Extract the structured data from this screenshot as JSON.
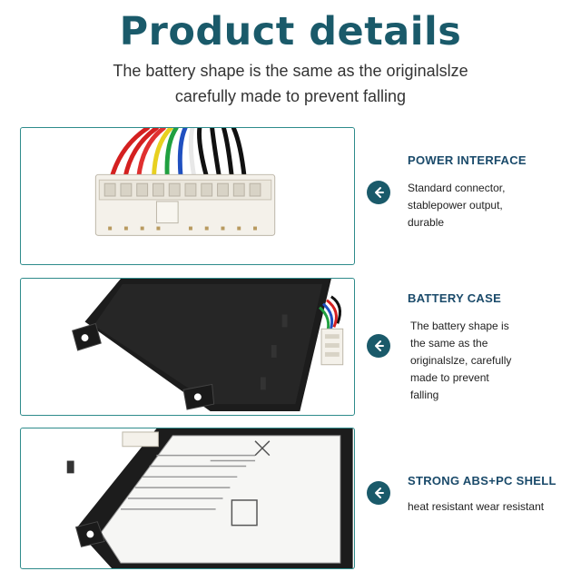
{
  "header": {
    "title": "Product details",
    "subtitle_line1": "The battery shape is the same as the originalslze",
    "subtitle_line2": "carefully made  to prevent falling"
  },
  "features": [
    {
      "heading": "POWER INTERFACE",
      "lines": [
        "Standard connector,",
        "stablepower output,",
        "durable"
      ],
      "icon": "arrow-left-icon"
    },
    {
      "heading": "BATTERY CASE",
      "lines": [
        "The battery shape is",
        "the same as the",
        "originalslze, carefully",
        "made to prevent",
        "falling"
      ],
      "icon": "arrow-left-icon"
    },
    {
      "heading": "STRONG ABS+PC SHELL",
      "lines": [
        "heat resistant wear resistant"
      ],
      "icon": "arrow-left-icon"
    }
  ],
  "colors": {
    "title": "#1a5a6a",
    "accent": "#1a5a6a",
    "panel_border": "#2e8b8b"
  }
}
